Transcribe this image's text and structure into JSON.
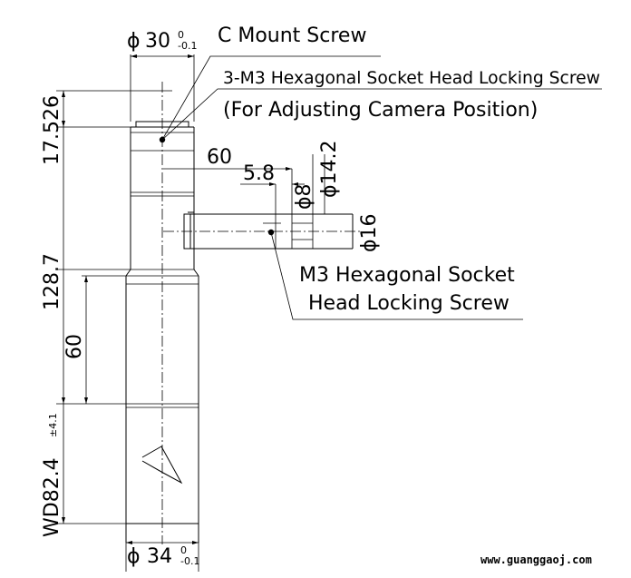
{
  "labels": {
    "c_mount_screw": "C Mount Screw",
    "locking_screw_3": "3-M3 Hexagonal Socket Head Locking Screw",
    "adjusting_note": "(For Adjusting Camera Position)",
    "m3_line1": "M3 Hexagonal Socket",
    "m3_line2": "Head Locking Screw",
    "watermark": "www.guanggaoj.com"
  },
  "dimensions": {
    "top_dia_symbol": "ϕ",
    "top_dia_value": "30",
    "top_dia_tol_upper": "0",
    "top_dia_tol_lower": "-0.1",
    "bottom_dia_symbol": "ϕ",
    "bottom_dia_value": "34",
    "bottom_dia_tol_upper": "0",
    "bottom_dia_tol_lower": "-0.1",
    "height_top": "17.526",
    "height_main": "128.7",
    "height_inner": "60",
    "wd_value": "WD82.4",
    "wd_tol": "±4.1",
    "side_length": "60",
    "side_offset": "5.8",
    "dia_8": "ϕ8",
    "dia_14_2": "ϕ14.2",
    "dia_16": "ϕ16"
  }
}
